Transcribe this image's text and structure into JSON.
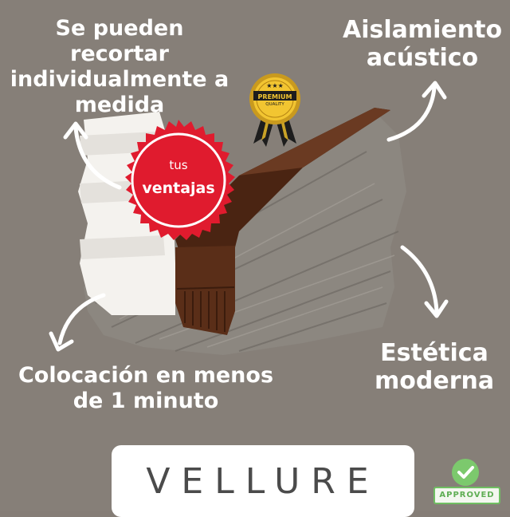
{
  "features": {
    "top_left": "Se pueden recortar individualmente a medida",
    "top_right": "Aislamiento acústico",
    "bottom_right": "Estética moderna",
    "bottom_left": "Colocación en menos de 1 minuto"
  },
  "stamp": {
    "line1": "tus",
    "line2": "ventajas",
    "color": "#e01b2e"
  },
  "badge": {
    "line1": "PREMIUM",
    "line2": "QUALITY",
    "stars": "★★★"
  },
  "brand": {
    "logo": "VELLURE"
  },
  "approved": {
    "label": "APPROVED",
    "color": "#6fbf62"
  },
  "colors": {
    "background": "#867f78",
    "product": "#5a2e18"
  }
}
